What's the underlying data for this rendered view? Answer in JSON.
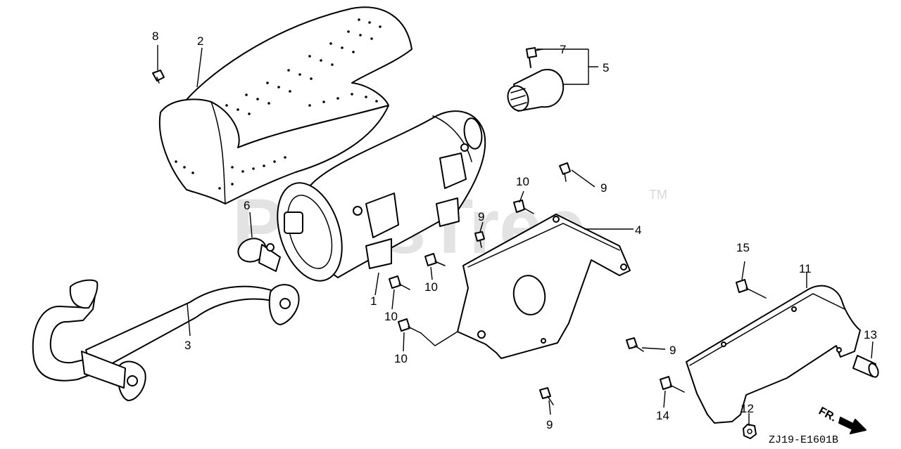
{
  "watermark": {
    "text": "PartsTree",
    "trademark": "TM"
  },
  "diagram_code": "ZJ19-E1601B",
  "direction_label": "FR.",
  "callouts": [
    {
      "id": "c1",
      "label": "1"
    },
    {
      "id": "c2",
      "label": "2"
    },
    {
      "id": "c3",
      "label": "3"
    },
    {
      "id": "c4",
      "label": "4"
    },
    {
      "id": "c5",
      "label": "5"
    },
    {
      "id": "c6",
      "label": "6"
    },
    {
      "id": "c7",
      "label": "7"
    },
    {
      "id": "c8",
      "label": "8"
    },
    {
      "id": "c9a",
      "label": "9"
    },
    {
      "id": "c9b",
      "label": "9"
    },
    {
      "id": "c9c",
      "label": "9"
    },
    {
      "id": "c9d",
      "label": "9"
    },
    {
      "id": "c10a",
      "label": "10"
    },
    {
      "id": "c10b",
      "label": "10"
    },
    {
      "id": "c10c",
      "label": "10"
    },
    {
      "id": "c10d",
      "label": "10"
    },
    {
      "id": "c11",
      "label": "11"
    },
    {
      "id": "c12",
      "label": "12"
    },
    {
      "id": "c13",
      "label": "13"
    },
    {
      "id": "c14",
      "label": "14"
    },
    {
      "id": "c15",
      "label": "15"
    }
  ]
}
